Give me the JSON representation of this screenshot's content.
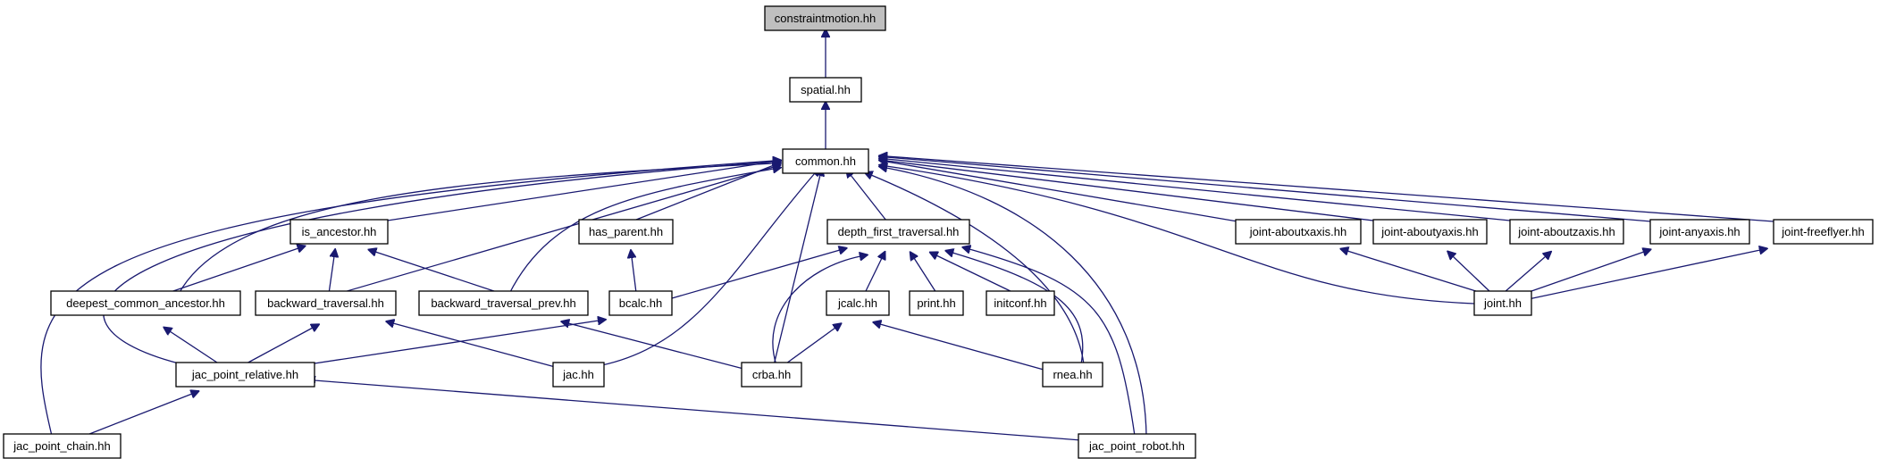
{
  "nodes": {
    "constraintmotion": "constraintmotion.hh",
    "spatial": "spatial.hh",
    "common": "common.hh",
    "is_ancestor": "is_ancestor.hh",
    "has_parent": "has_parent.hh",
    "depth_first_traversal": "depth_first_traversal.hh",
    "joint_aboutxaxis": "joint-aboutxaxis.hh",
    "joint_aboutyaxis": "joint-aboutyaxis.hh",
    "joint_aboutzaxis": "joint-aboutzaxis.hh",
    "joint_anyaxis": "joint-anyaxis.hh",
    "joint_freeflyer": "joint-freeflyer.hh",
    "deepest_common_ancestor": "deepest_common_ancestor.hh",
    "backward_traversal": "backward_traversal.hh",
    "backward_traversal_prev": "backward_traversal_prev.hh",
    "bcalc": "bcalc.hh",
    "jcalc": "jcalc.hh",
    "print": "print.hh",
    "initconf": "initconf.hh",
    "joint": "joint.hh",
    "jac_point_relative": "jac_point_relative.hh",
    "jac": "jac.hh",
    "crba": "crba.hh",
    "rnea": "rnea.hh",
    "jac_point_chain": "jac_point_chain.hh",
    "jac_point_robot": "jac_point_robot.hh"
  },
  "colors": {
    "edge": "#191970",
    "node_border": "#000000",
    "root_fill": "#bfbfbf",
    "node_fill": "#ffffff"
  }
}
